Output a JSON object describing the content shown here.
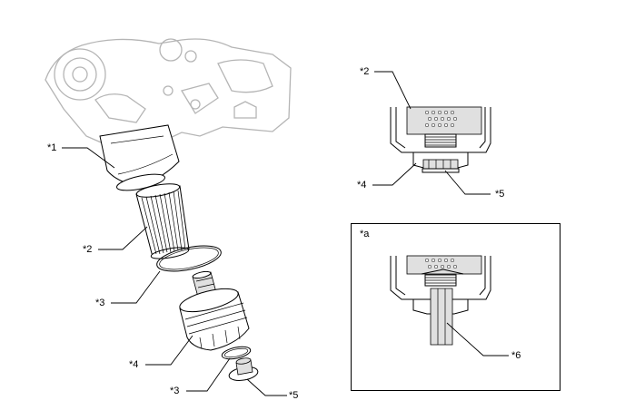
{
  "callouts": {
    "c1": "*1",
    "c2": "*2",
    "c3a": "*3",
    "c4": "*4",
    "c3b": "*3",
    "c5": "*5",
    "d2": "*2",
    "d4": "*4",
    "d5": "*5",
    "inset_label": "*a",
    "d6": "*6"
  },
  "colors": {
    "line": "#000000",
    "engine_outline": "#b5b5b5",
    "part_fill": "#e0e0e0",
    "background": "#ffffff"
  }
}
